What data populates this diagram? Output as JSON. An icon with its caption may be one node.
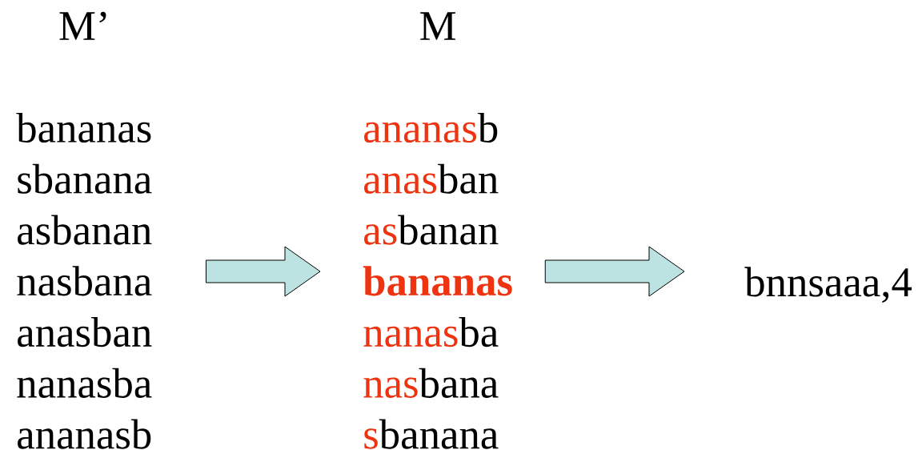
{
  "diagram": {
    "nodes": [
      {
        "text": [
          "M’",
          "bananas",
          "sbanana",
          "asbanan",
          "nasbana",
          "anasban",
          "nanasba",
          "ananasb"
        ]
      },
      {
        "text": [
          "M",
          "ananas",
          "b",
          "anas",
          "ban",
          "as",
          "banan",
          "bananas",
          "nanas",
          "ba",
          "nas",
          "bana",
          "s",
          "banana"
        ]
      },
      {
        "text": [
          "bnnsaaa,4"
        ]
      }
    ],
    "edges": [
      {
        "from": 0,
        "to": 1,
        "arrow": "to"
      },
      {
        "from": 1,
        "to": 2,
        "arrow": "to"
      }
    ]
  }
}
